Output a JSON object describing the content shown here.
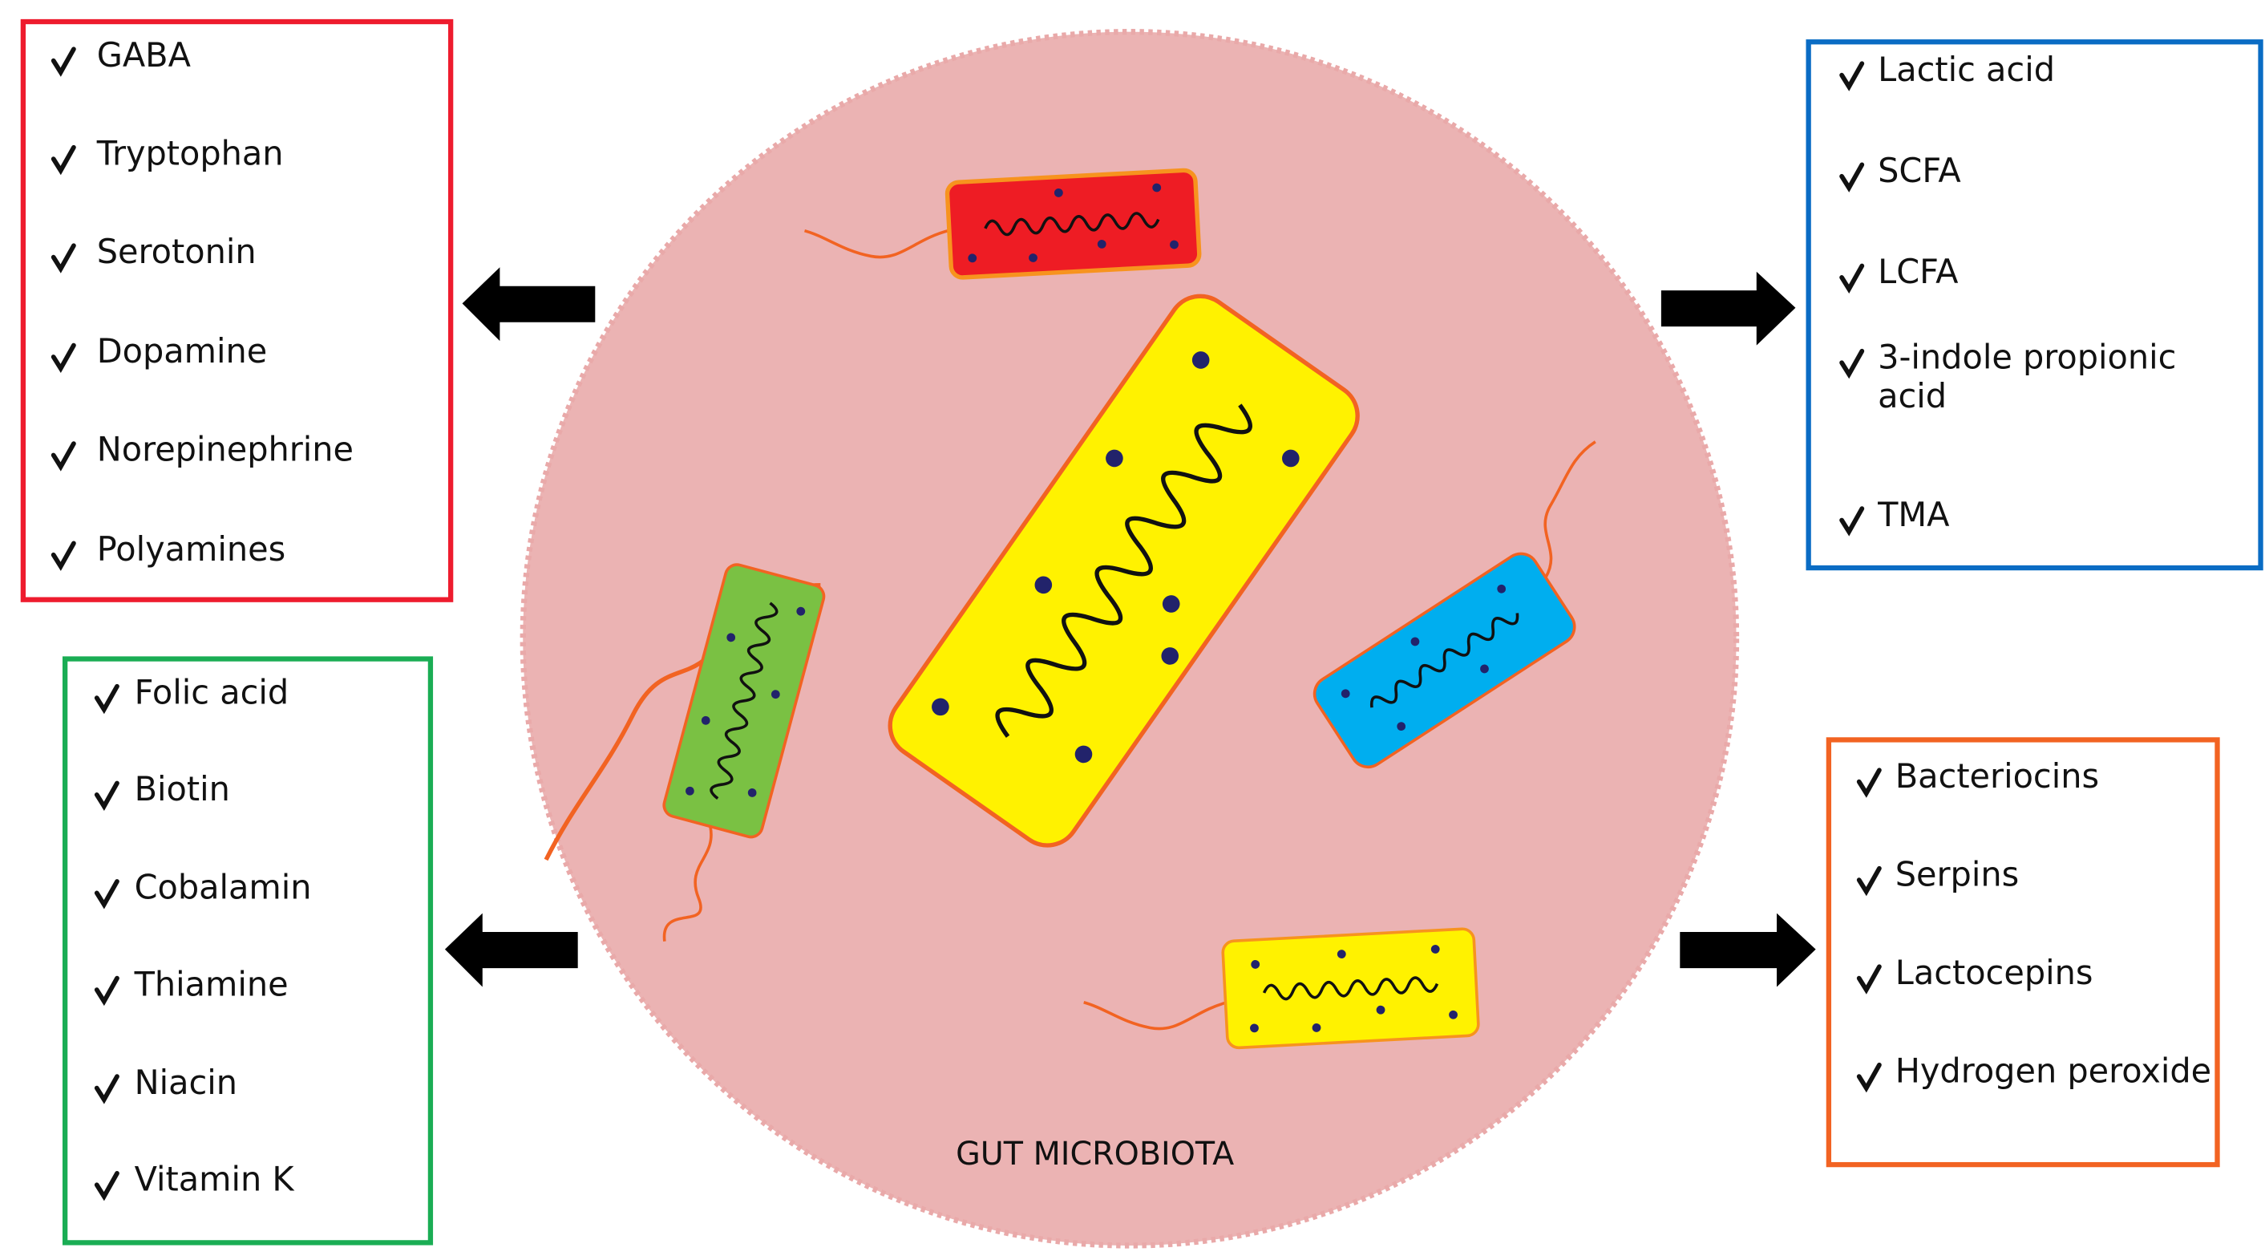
{
  "colors": {
    "neurotransmitters": "#ee1c2e",
    "vitamins": "#1aad54",
    "acids": "#0a6cc4",
    "antimicrobials": "#f26322",
    "microbiota": "#ebb3b3"
  },
  "center_label": "GUT MICROBIOTA",
  "check_glyph": "✓",
  "neurotransmitters": [
    "GABA",
    "Tryptophan",
    "Serotonin",
    "Dopamine",
    "Norepinephrine",
    "Polyamines"
  ],
  "vitamins": [
    "Folic acid",
    "Biotin",
    "Cobalamin",
    "Thiamine",
    "Niacin",
    "Vitamin K"
  ],
  "acids": [
    "Lactic acid",
    "SCFA",
    "LCFA",
    "3-indole propionic",
    "acid",
    "TMA"
  ],
  "antimicrobials": [
    "Bacteriocins",
    "Serpins",
    "Lactocepins",
    "Hydrogen peroxide"
  ]
}
